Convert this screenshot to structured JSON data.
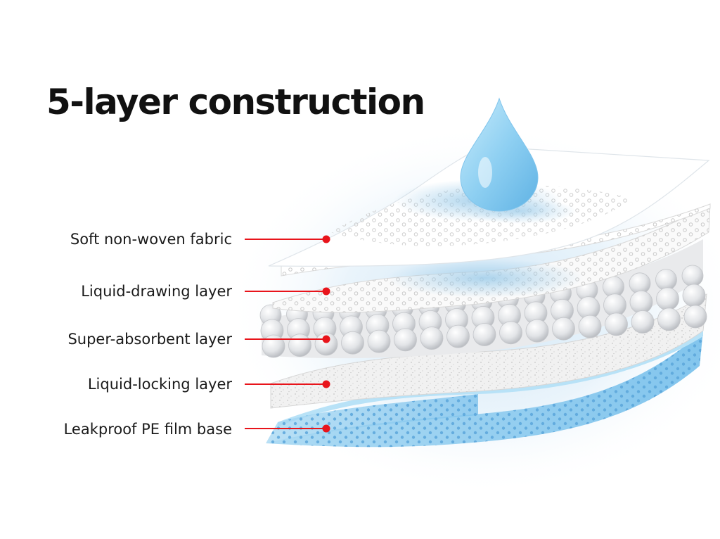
{
  "title": "5-layer construction",
  "accent_color": "#e8141b",
  "layers": [
    {
      "label": "Soft non-woven fabric"
    },
    {
      "label": "Liquid-drawing layer"
    },
    {
      "label": "Super-absorbent layer"
    },
    {
      "label": "Liquid-locking layer"
    },
    {
      "label": "Leakproof PE film base"
    }
  ]
}
